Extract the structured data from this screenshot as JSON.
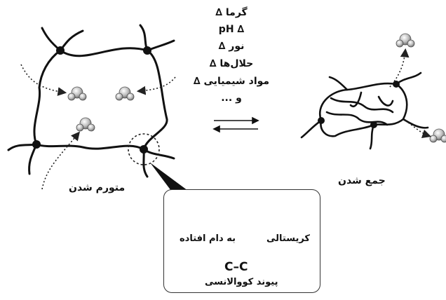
{
  "conditions": [
    "گرما ∆",
    "∆ pH",
    "نور ∆",
    "حلال‌ها ∆",
    "مواد شیمیایی ∆",
    "و ..."
  ],
  "labels": {
    "swelling": "متورم شدن",
    "collapse": "جمع شدن"
  },
  "legend": {
    "entangled": "به دام افتاده",
    "crystalline": "کریستالی",
    "bond_formula": "C–C",
    "covalent": "پیوند کووالانسی"
  }
}
